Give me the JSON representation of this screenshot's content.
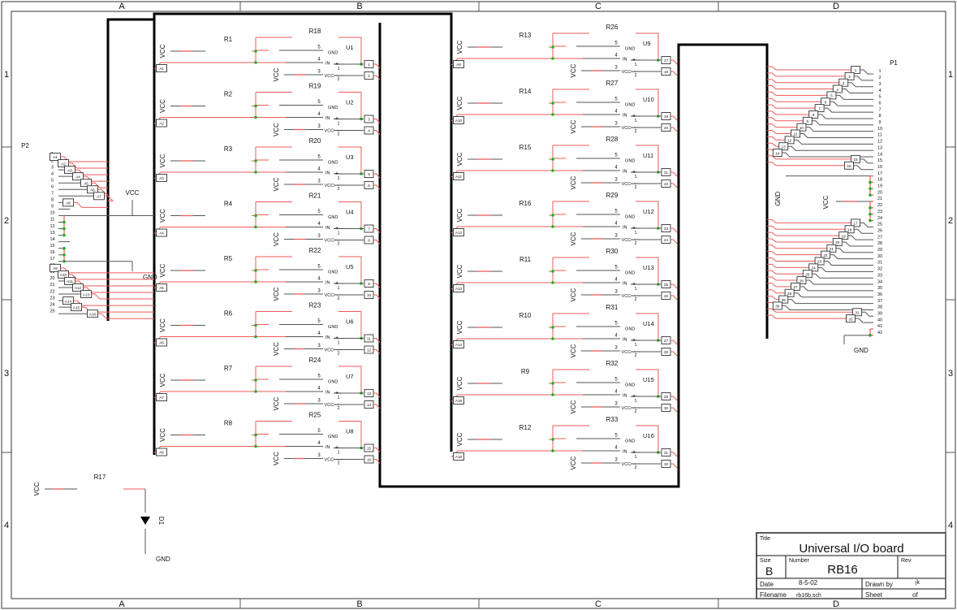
{
  "sheet": {
    "zones": {
      "columns": [
        "A",
        "B",
        "C",
        "D"
      ],
      "rows": [
        "1",
        "2",
        "3",
        "4"
      ]
    },
    "title_block": {
      "title_label": "Title",
      "title": "Universal I/O board",
      "size_label": "Size",
      "size": "B",
      "number_label": "Number",
      "number": "RB16",
      "rev_label": "Rev",
      "rev": "",
      "date_label": "Date",
      "date": "8-5-02",
      "drawn_by_label": "Drawn by",
      "drawn_by": "jk",
      "filename_label": "Filename",
      "filename": "rb16b.sch",
      "sheet_label": "Sheet",
      "sheet_of": "of"
    }
  },
  "colors": {
    "component": "#2222cc",
    "wire": "#ee5b58",
    "wire_dark": "#555555",
    "bus": "#000000",
    "junction": "#1fae1f",
    "text": "#111111"
  },
  "power": {
    "vcc": "VCC",
    "gnd": "GND"
  },
  "connectors": {
    "p2": {
      "ref": "P2",
      "pin_count": 25
    },
    "p1": {
      "ref": "P1",
      "pin_count": 42
    }
  },
  "channels": [
    {
      "unit": "U1",
      "r_series": "R1",
      "r_fb": "R18",
      "input_net": "A1",
      "out_net_a": "1",
      "out_net_b": "2"
    },
    {
      "unit": "U2",
      "r_series": "R2",
      "r_fb": "R19",
      "input_net": "A2",
      "out_net_a": "3",
      "out_net_b": "4"
    },
    {
      "unit": "U3",
      "r_series": "R3",
      "r_fb": "R20",
      "input_net": "A3",
      "out_net_a": "5",
      "out_net_b": "6"
    },
    {
      "unit": "U4",
      "r_series": "R4",
      "r_fb": "R21",
      "input_net": "A4",
      "out_net_a": "7",
      "out_net_b": "8"
    },
    {
      "unit": "U5",
      "r_series": "R5",
      "r_fb": "R22",
      "input_net": "A5",
      "out_net_a": "9",
      "out_net_b": "10"
    },
    {
      "unit": "U6",
      "r_series": "R6",
      "r_fb": "R23",
      "input_net": "A6",
      "out_net_a": "11",
      "out_net_b": "12"
    },
    {
      "unit": "U7",
      "r_series": "R7",
      "r_fb": "R24",
      "input_net": "A7",
      "out_net_a": "13",
      "out_net_b": "14"
    },
    {
      "unit": "U8",
      "r_series": "R8",
      "r_fb": "R25",
      "input_net": "A8",
      "out_net_a": "15",
      "out_net_b": "16"
    },
    {
      "unit": "U9",
      "r_series": "R13",
      "r_fb": "R26",
      "input_net": "A9",
      "out_net_a": "17",
      "out_net_b": "18"
    },
    {
      "unit": "U10",
      "r_series": "R14",
      "r_fb": "R27",
      "input_net": "A10",
      "out_net_a": "19",
      "out_net_b": "20"
    },
    {
      "unit": "U11",
      "r_series": "R15",
      "r_fb": "R28",
      "input_net": "A11",
      "out_net_a": "21",
      "out_net_b": "22"
    },
    {
      "unit": "U12",
      "r_series": "R16",
      "r_fb": "R29",
      "input_net": "A12",
      "out_net_a": "23",
      "out_net_b": "24"
    },
    {
      "unit": "U13",
      "r_series": "R11",
      "r_fb": "R30",
      "input_net": "A13",
      "out_net_a": "25",
      "out_net_b": "26"
    },
    {
      "unit": "U14",
      "r_series": "R10",
      "r_fb": "R31",
      "input_net": "A14",
      "out_net_a": "27",
      "out_net_b": "28"
    },
    {
      "unit": "U15",
      "r_series": "R9",
      "r_fb": "R32",
      "input_net": "A15",
      "out_net_a": "29",
      "out_net_b": "30"
    },
    {
      "unit": "U16",
      "r_series": "R12",
      "r_fb": "R33",
      "input_net": "A16",
      "out_net_a": "31",
      "out_net_b": "32"
    }
  ],
  "unit_pin_labels": {
    "pin5": "5",
    "pin4": "4",
    "pin3": "3",
    "pin1": "1",
    "pin2": "2",
    "gnd": "GND",
    "in": "IN",
    "plus": "+",
    "vcc": "VCC",
    "minus": "-"
  },
  "indicator": {
    "vcc": "VCC",
    "resistor": "R17",
    "led": "D1",
    "gnd": "GND"
  },
  "p2_side_nets": [
    "A1",
    "A2",
    "A3",
    "A4",
    "A5",
    "A6",
    "A7",
    "A8",
    "A9",
    "A10",
    "A11",
    "A12",
    "A13",
    "A14",
    "A15",
    "A16"
  ],
  "p1_side_nets": [
    "1",
    "2",
    "3",
    "4",
    "5",
    "6",
    "7",
    "8",
    "9",
    "10",
    "11",
    "12",
    "13",
    "14",
    "15",
    "16",
    "17",
    "18",
    "19",
    "20",
    "21",
    "22",
    "23",
    "24",
    "25",
    "26",
    "27",
    "28",
    "29",
    "30",
    "31",
    "32"
  ]
}
